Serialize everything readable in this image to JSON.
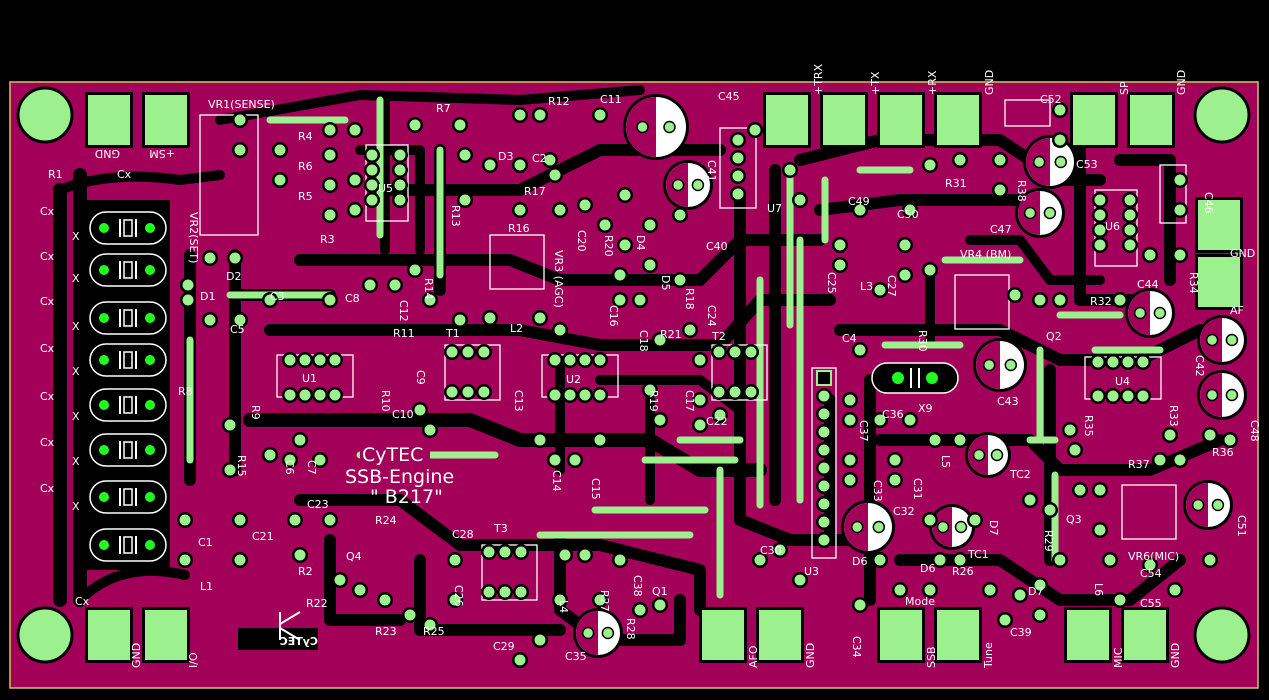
{
  "board": {
    "title_line1": "CyTEC",
    "title_line2": "SSB-Engine",
    "title_line3": "\" B217\"",
    "logo_text": "CyTEC"
  },
  "colors": {
    "background": "#000000",
    "board": "#a3005a",
    "trace": "#000000",
    "pad": "#9cf08e",
    "silk": "#ffffff",
    "highlight": "#20ff20"
  },
  "connectors": {
    "top_left": [
      "GND",
      "+SM"
    ],
    "top_mid": [
      "+TRX",
      "+TX",
      "+RX",
      "GND"
    ],
    "top_right": [
      "SP",
      "GND"
    ],
    "right": [
      "GND",
      "AF"
    ],
    "bottom_left": [
      "GND",
      "I/O"
    ],
    "bottom_mid": [
      "AFO",
      "GND"
    ],
    "bottom_mode_title": "Mode",
    "bottom_mode": [
      "SSB",
      "Tune"
    ],
    "bottom_right": [
      "MIC",
      "GND"
    ]
  },
  "labels": [
    {
      "id": "vr1",
      "text": "VR1(SENSE)"
    },
    {
      "id": "vr2",
      "text": "VR2(SET)"
    },
    {
      "id": "vr3",
      "text": "VR3 (AGC)"
    },
    {
      "id": "vr4",
      "text": "VR4 (BM)"
    },
    {
      "id": "vr6",
      "text": "VR6(MIC)"
    },
    {
      "id": "r1",
      "text": "R1"
    },
    {
      "id": "r2",
      "text": "R2"
    },
    {
      "id": "r3",
      "text": "R3"
    },
    {
      "id": "r4",
      "text": "R4"
    },
    {
      "id": "r5",
      "text": "R5"
    },
    {
      "id": "r6",
      "text": "R6"
    },
    {
      "id": "r7",
      "text": "R7"
    },
    {
      "id": "r8",
      "text": "R8"
    },
    {
      "id": "r9",
      "text": "R9"
    },
    {
      "id": "r10",
      "text": "R10"
    },
    {
      "id": "r11",
      "text": "R11"
    },
    {
      "id": "r12",
      "text": "R12"
    },
    {
      "id": "r13",
      "text": "R13"
    },
    {
      "id": "r14",
      "text": "R14"
    },
    {
      "id": "r15",
      "text": "R15"
    },
    {
      "id": "r16",
      "text": "R16"
    },
    {
      "id": "r17",
      "text": "R17"
    },
    {
      "id": "r18",
      "text": "R18"
    },
    {
      "id": "r19",
      "text": "R19"
    },
    {
      "id": "r20",
      "text": "R20"
    },
    {
      "id": "r21",
      "text": "R21"
    },
    {
      "id": "r22",
      "text": "R22"
    },
    {
      "id": "r23",
      "text": "R23"
    },
    {
      "id": "r24",
      "text": "R24"
    },
    {
      "id": "r25",
      "text": "R25"
    },
    {
      "id": "r26",
      "text": "R26"
    },
    {
      "id": "r27",
      "text": "R27"
    },
    {
      "id": "r28",
      "text": "R28"
    },
    {
      "id": "r29",
      "text": "R29"
    },
    {
      "id": "r30",
      "text": "R30"
    },
    {
      "id": "r31",
      "text": "R31"
    },
    {
      "id": "r32",
      "text": "R32"
    },
    {
      "id": "r33",
      "text": "R33"
    },
    {
      "id": "r34",
      "text": "R34"
    },
    {
      "id": "r35",
      "text": "R35"
    },
    {
      "id": "r36",
      "text": "R36"
    },
    {
      "id": "r37",
      "text": "R37"
    },
    {
      "id": "r38",
      "text": "R38"
    },
    {
      "id": "c1",
      "text": "C1"
    },
    {
      "id": "c2",
      "text": "C2"
    },
    {
      "id": "c3",
      "text": "C3"
    },
    {
      "id": "c4",
      "text": "C4"
    },
    {
      "id": "c5",
      "text": "C5"
    },
    {
      "id": "c6",
      "text": "C6"
    },
    {
      "id": "c7",
      "text": "C7"
    },
    {
      "id": "c8",
      "text": "C8"
    },
    {
      "id": "c9",
      "text": "C9"
    },
    {
      "id": "c10",
      "text": "C10"
    },
    {
      "id": "c11",
      "text": "C11"
    },
    {
      "id": "c12",
      "text": "C12"
    },
    {
      "id": "c13",
      "text": "C13"
    },
    {
      "id": "c14",
      "text": "C14"
    },
    {
      "id": "c15",
      "text": "C15"
    },
    {
      "id": "c16",
      "text": "C16"
    },
    {
      "id": "c17",
      "text": "C17"
    },
    {
      "id": "c18",
      "text": "C18"
    },
    {
      "id": "c20",
      "text": "C20"
    },
    {
      "id": "c21",
      "text": "C21"
    },
    {
      "id": "c22",
      "text": "C22"
    },
    {
      "id": "c23",
      "text": "C23"
    },
    {
      "id": "c24",
      "text": "C24"
    },
    {
      "id": "c25",
      "text": "C25"
    },
    {
      "id": "c26",
      "text": "C26"
    },
    {
      "id": "c27",
      "text": "C27"
    },
    {
      "id": "c28",
      "text": "C28"
    },
    {
      "id": "c29",
      "text": "C29"
    },
    {
      "id": "c30",
      "text": "C30"
    },
    {
      "id": "c31",
      "text": "C31"
    },
    {
      "id": "c32",
      "text": "C32"
    },
    {
      "id": "c33",
      "text": "C33"
    },
    {
      "id": "c34",
      "text": "C34"
    },
    {
      "id": "c35",
      "text": "C35"
    },
    {
      "id": "c36",
      "text": "C36"
    },
    {
      "id": "c37",
      "text": "C37"
    },
    {
      "id": "c38",
      "text": "C38"
    },
    {
      "id": "c39",
      "text": "C39"
    },
    {
      "id": "c40",
      "text": "C40"
    },
    {
      "id": "c41",
      "text": "C41"
    },
    {
      "id": "c42",
      "text": "C42"
    },
    {
      "id": "c43",
      "text": "C43"
    },
    {
      "id": "c44",
      "text": "C44"
    },
    {
      "id": "c45",
      "text": "C45"
    },
    {
      "id": "c46",
      "text": "C46"
    },
    {
      "id": "c47",
      "text": "C47"
    },
    {
      "id": "c48",
      "text": "C48"
    },
    {
      "id": "c49",
      "text": "C49"
    },
    {
      "id": "c50",
      "text": "C50"
    },
    {
      "id": "c51",
      "text": "C51"
    },
    {
      "id": "c52",
      "text": "C52"
    },
    {
      "id": "c53",
      "text": "C53"
    },
    {
      "id": "c54",
      "text": "C54"
    },
    {
      "id": "c55",
      "text": "C55"
    },
    {
      "id": "cx",
      "text": "Cx"
    },
    {
      "id": "x",
      "text": "X"
    },
    {
      "id": "x9",
      "text": "X9"
    },
    {
      "id": "u1",
      "text": "U1"
    },
    {
      "id": "u2",
      "text": "U2"
    },
    {
      "id": "u3",
      "text": "U3"
    },
    {
      "id": "u4",
      "text": "U4"
    },
    {
      "id": "u5",
      "text": "U5"
    },
    {
      "id": "u6",
      "text": "U6"
    },
    {
      "id": "u7",
      "text": "U7"
    },
    {
      "id": "t1",
      "text": "T1"
    },
    {
      "id": "t2",
      "text": "T2"
    },
    {
      "id": "t3",
      "text": "T3"
    },
    {
      "id": "l1",
      "text": "L1"
    },
    {
      "id": "l2",
      "text": "L2"
    },
    {
      "id": "l3",
      "text": "L3"
    },
    {
      "id": "l4",
      "text": "L4"
    },
    {
      "id": "l5",
      "text": "L5"
    },
    {
      "id": "l6",
      "text": "L6"
    },
    {
      "id": "d1",
      "text": "D1"
    },
    {
      "id": "d2",
      "text": "D2"
    },
    {
      "id": "d3",
      "text": "D3"
    },
    {
      "id": "d4",
      "text": "D4"
    },
    {
      "id": "d5",
      "text": "D5"
    },
    {
      "id": "d6",
      "text": "D6"
    },
    {
      "id": "d7",
      "text": "D7"
    },
    {
      "id": "q1",
      "text": "Q1"
    },
    {
      "id": "q2",
      "text": "Q2"
    },
    {
      "id": "q3",
      "text": "Q3"
    },
    {
      "id": "q4",
      "text": "Q4"
    },
    {
      "id": "tc1",
      "text": "TC1"
    },
    {
      "id": "tc2",
      "text": "TC2"
    }
  ]
}
